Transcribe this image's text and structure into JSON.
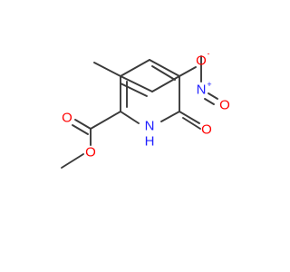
{
  "molecule": {
    "atoms": [
      {
        "id": "n1",
        "label": "N",
        "color": "#2020ff",
        "charge": "+",
        "charge_color": "#2020ff"
      },
      {
        "id": "o_nitro_up",
        "label": "O",
        "color": "#ff0000",
        "charge": "-",
        "charge_color": "#ff0000"
      },
      {
        "id": "o_nitro_right",
        "label": "O",
        "color": "#ff0000"
      },
      {
        "id": "o_carbonyl_ring",
        "label": "O",
        "color": "#ff0000"
      },
      {
        "id": "nh",
        "label": "H",
        "color": "#2020ff",
        "sub": "N"
      },
      {
        "id": "o_ester_carbonyl",
        "label": "O",
        "color": "#ff0000"
      },
      {
        "id": "o_ester",
        "label": "O",
        "color": "#ff0000"
      }
    ],
    "bond_color": "#3a3a3a"
  }
}
